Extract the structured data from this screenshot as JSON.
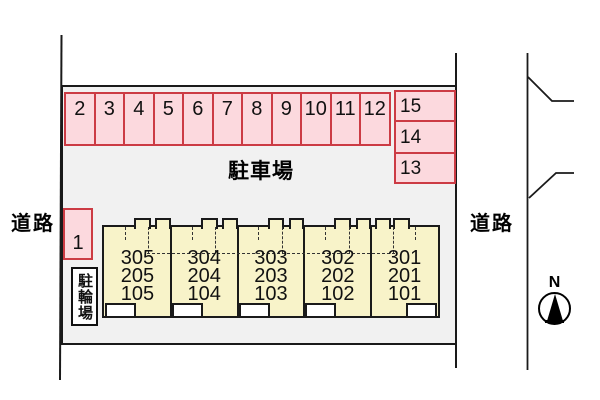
{
  "labels": {
    "parking_area": "駐車場",
    "road_left": "道路",
    "road_right": "道路",
    "bicycle_parking": "駐輪場",
    "compass_north": "N"
  },
  "parking_spaces": {
    "top_row": [
      "2",
      "3",
      "4",
      "5",
      "6",
      "7",
      "8",
      "9",
      "10",
      "11",
      "12"
    ],
    "right_column": [
      "15",
      "14",
      "13"
    ],
    "left_single": "1"
  },
  "building_units": [
    {
      "rooms": [
        "305",
        "205",
        "105"
      ],
      "mirrored": false
    },
    {
      "rooms": [
        "304",
        "204",
        "104"
      ],
      "mirrored": false
    },
    {
      "rooms": [
        "303",
        "203",
        "103"
      ],
      "mirrored": false
    },
    {
      "rooms": [
        "302",
        "202",
        "102"
      ],
      "mirrored": false
    },
    {
      "rooms": [
        "301",
        "201",
        "101"
      ],
      "mirrored": true
    }
  ],
  "colors": {
    "parking_fill": "#fcd9de",
    "parking_border": "#cc3b44",
    "building_fill": "#f8f3c9",
    "site_fill": "#f1f1f1",
    "line": "#1a1a1a"
  }
}
